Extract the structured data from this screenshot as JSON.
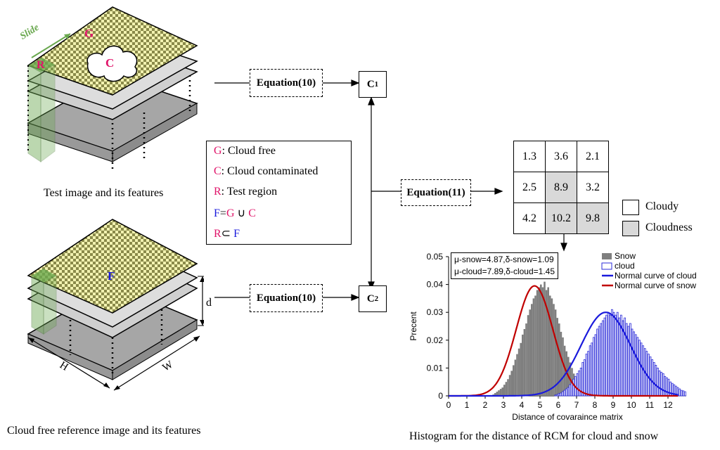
{
  "top_image": {
    "caption": "Test image and its features",
    "slide_label": "Slide",
    "labels": {
      "g": "G",
      "c": "C",
      "r": "R"
    }
  },
  "bottom_image": {
    "caption": "Cloud free reference image and its features",
    "labels": {
      "f": "F",
      "d": "d",
      "h": "H",
      "w": "W"
    }
  },
  "legend": {
    "g_sym": "G",
    "g_text": ": Cloud free",
    "c_sym": "C",
    "c_text": ": Cloud contaminated",
    "r_sym": "R",
    "r_text": ": Test region",
    "f_line": {
      "a": "F",
      "b": "=",
      "c": "G",
      "d": " ∪ ",
      "e": "C"
    },
    "r_line": {
      "a": "R",
      "b": "⊂ ",
      "c": "F"
    }
  },
  "equations": {
    "eq_top": "Equation(10)",
    "eq_mid": "Equation(11)",
    "eq_bottom": "Equation(10)",
    "c1_main": "C",
    "c1_sub": "1",
    "c2_main": "C",
    "c2_sub": "2"
  },
  "matrix": {
    "rows": [
      [
        "1.3",
        "3.6",
        "2.1"
      ],
      [
        "2.5",
        "8.9",
        "3.2"
      ],
      [
        "4.2",
        "10.2",
        "9.8"
      ]
    ],
    "shaded": [
      [
        false,
        false,
        false
      ],
      [
        false,
        true,
        false
      ],
      [
        false,
        true,
        true
      ]
    ],
    "legend_cloudy": "Cloudy",
    "legend_cloudiness": "Cloudness"
  },
  "colors": {
    "pink": "#e0156a",
    "blue": "#1a1adc",
    "yellow_check": "#f2f2b0",
    "check_dark": "#8a8a4a",
    "green": "#6aa84f",
    "gray": "#a6a6a6",
    "snow_bar": "#7f7f7f",
    "cloud_bar": "#2b2bd9",
    "snow_curve": "#c00000",
    "cloud_curve": "#1a1adc"
  },
  "chart_data": {
    "type": "bar",
    "title": "",
    "xlabel": "Distance of covaraince matrix",
    "ylabel": "Precent",
    "caption": "Histogram for the distance of RCM for cloud and snow",
    "xlim": [
      0,
      13
    ],
    "ylim": [
      0,
      0.05
    ],
    "x_ticks": [
      "0",
      "1",
      "2",
      "3",
      "4",
      "5",
      "6",
      "7",
      "8",
      "9",
      "10",
      "11",
      "12"
    ],
    "y_ticks": [
      "0",
      "0.01",
      "0.02",
      "0.03",
      "0.04",
      "0.05"
    ],
    "stats_line1": "μ-snow=4.87,δ-snow=1.09",
    "stats_line2": "μ-cloud=7.89,δ-cloud=1.45",
    "legend": [
      "Snow",
      "cloud",
      "Normal curve of cloud",
      "Normal curve of snow"
    ],
    "legend_position": "top-right",
    "snow_curve": {
      "mean": 4.7,
      "sd": 1.0,
      "peak": 0.0395
    },
    "cloud_curve": {
      "mean": 8.6,
      "sd": 1.35,
      "peak": 0.03
    },
    "series": [
      {
        "name": "Snow",
        "bin_width": 0.1,
        "x_start": 2.4,
        "values": [
          0.0005,
          0.001,
          0.0015,
          0.002,
          0.0025,
          0.003,
          0.004,
          0.005,
          0.006,
          0.0075,
          0.009,
          0.011,
          0.013,
          0.015,
          0.017,
          0.019,
          0.022,
          0.024,
          0.026,
          0.029,
          0.031,
          0.033,
          0.035,
          0.036,
          0.038,
          0.039,
          0.04,
          0.039,
          0.041,
          0.038,
          0.039,
          0.036,
          0.035,
          0.033,
          0.031,
          0.028,
          0.026,
          0.023,
          0.021,
          0.018,
          0.016,
          0.014,
          0.012,
          0.01,
          0.008,
          0.0065,
          0.005,
          0.004,
          0.003,
          0.0022,
          0.0016,
          0.0012,
          0.0008,
          0.0005,
          0.0003,
          0.0002
        ]
      },
      {
        "name": "cloud",
        "bin_width": 0.1,
        "x_start": 5.8,
        "values": [
          0.0003,
          0.0005,
          0.0008,
          0.001,
          0.0015,
          0.002,
          0.0025,
          0.003,
          0.004,
          0.005,
          0.006,
          0.007,
          0.008,
          0.009,
          0.01,
          0.012,
          0.013,
          0.015,
          0.016,
          0.018,
          0.019,
          0.021,
          0.022,
          0.024,
          0.025,
          0.026,
          0.027,
          0.028,
          0.029,
          0.03,
          0.029,
          0.031,
          0.03,
          0.029,
          0.03,
          0.028,
          0.029,
          0.027,
          0.028,
          0.026,
          0.025,
          0.026,
          0.024,
          0.023,
          0.022,
          0.021,
          0.02,
          0.019,
          0.018,
          0.017,
          0.016,
          0.015,
          0.014,
          0.013,
          0.012,
          0.011,
          0.01,
          0.009,
          0.0085,
          0.008,
          0.007,
          0.0065,
          0.006,
          0.005,
          0.0045,
          0.004,
          0.0035,
          0.003,
          0.0025,
          0.002,
          0.0018,
          0.0015
        ]
      }
    ]
  }
}
